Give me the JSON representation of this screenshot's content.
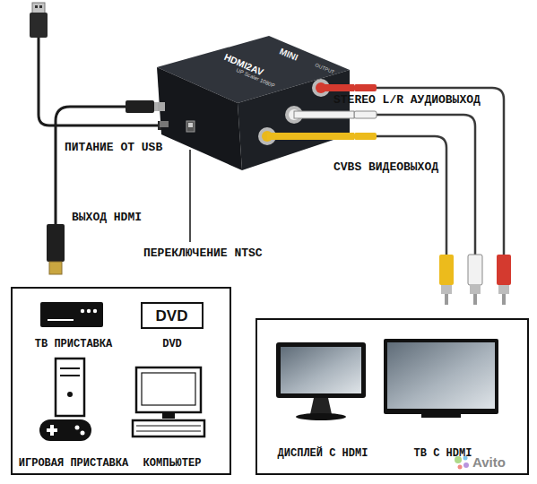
{
  "diagram": {
    "nodes": [
      {
        "text": [
          "MINI",
          "HDMI2AV",
          "UP Scaler 1080P",
          "OUTPUT"
        ]
      },
      {
        "text": [
          "ТВ ПРИСТАВКА",
          "DVD",
          "ИГРОВАЯ ПРИСТАВКА",
          "КОМПЬЮТЕР"
        ]
      },
      {
        "text": [
          "DVD"
        ],
        "in": 1
      },
      {
        "text": [
          "ДИСПЛЕЙ С HDMI",
          "ТВ С HDMI"
        ]
      }
    ],
    "labels": [
      "ПИТАНИЕ ОТ USB",
      "ВЫХОД HDMI",
      "ПЕРЕКЛЮЧЕНИЕ NTSC",
      "STEREO L/R АУДИОВЫХОД",
      "CVBS ВИДЕОВЫХОД",
      "Avito"
    ]
  }
}
